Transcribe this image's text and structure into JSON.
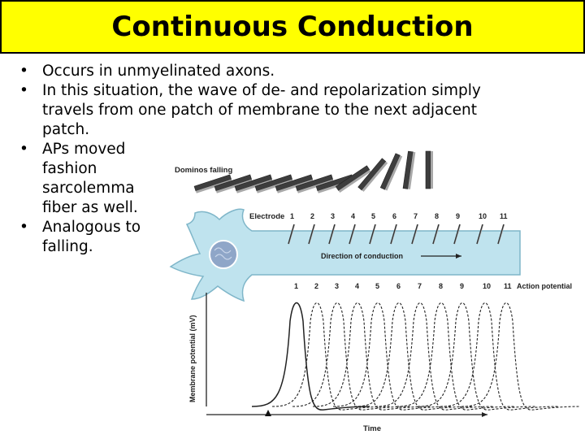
{
  "slide": {
    "title": "Continuous Conduction",
    "bullets": [
      "Occurs in unmyelinated axons.",
      "In this situation, the wave of de- and repolarization simply travels from one patch of membrane to the next adjacent patch.",
      "APs moved fashion sarcolemma fiber as well.",
      "Analogous to falling."
    ],
    "bullet_lines": [
      [
        "Occurs in unmyelinated axons."
      ],
      [
        "In this situation, the wave of de- and repolarization simply",
        "travels from one patch of membrane to the next adjacent",
        "patch."
      ],
      [
        "APs moved",
        "fashion",
        "sarcolemma",
        "fiber as well."
      ],
      [
        "Analogous to",
        "falling."
      ]
    ]
  },
  "figure": {
    "dominos_label": "Dominos falling",
    "electrode_label": "Electrode",
    "electrode_numbers": [
      "1",
      "2",
      "3",
      "4",
      "5",
      "6",
      "7",
      "8",
      "9",
      "10",
      "11"
    ],
    "direction_label": "Direction of conduction",
    "ap_numbers": [
      "1",
      "2",
      "3",
      "4",
      "5",
      "6",
      "7",
      "8",
      "9",
      "10",
      "11"
    ],
    "action_potential_label": "Action potential",
    "ylabel": "Membrane potential (mV)",
    "xlabel": "Time",
    "colors": {
      "cell": "#bfe3ee",
      "cell_stroke": "#7fb6c9",
      "nucleus": "#8fa6c8",
      "domino_dark": "#3d3d3d",
      "domino_light": "#a8a8a8"
    }
  }
}
